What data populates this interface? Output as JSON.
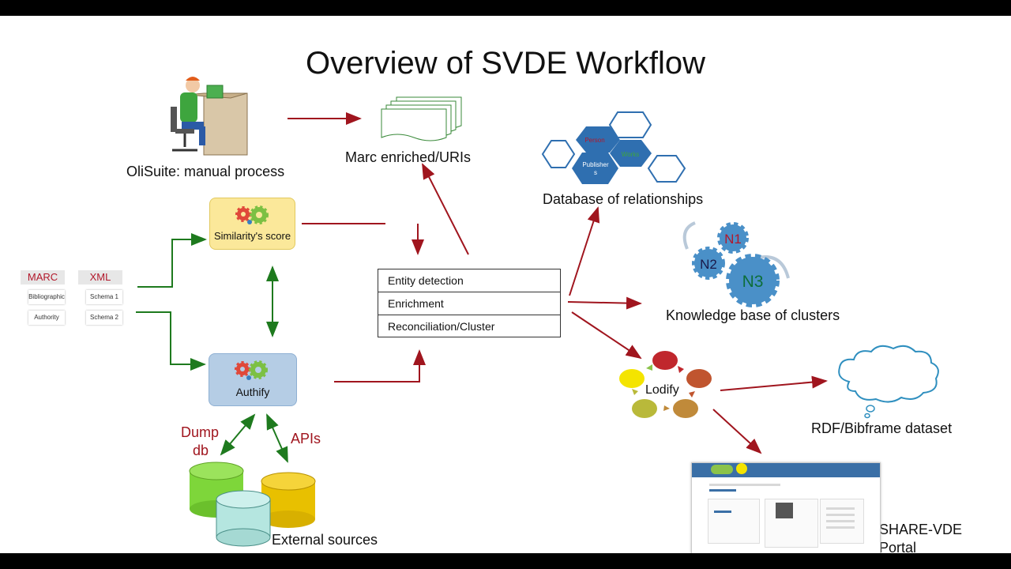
{
  "title": "Overview of SVDE Workflow",
  "labels": {
    "olisuite": "OliSuite: manual process",
    "marc_enriched": "Marc enriched/URIs",
    "db_relationships": "Database of relationships",
    "knowledge_base": "Knowledge base of clusters",
    "rdf_dataset": "RDF/Bibframe dataset",
    "external_sources": "External sources",
    "share_vde_line1": "SHARE-VDE",
    "share_vde_line2": "Portal",
    "dump_line1": "Dump",
    "dump_line2": "db",
    "apis": "APIs"
  },
  "nodes": {
    "similarity": "Similarity's score",
    "authify": "Authify",
    "lodify": "Lodify"
  },
  "entities": [
    "Entity detection",
    "Enrichment",
    "Reconciliation/Cluster"
  ],
  "formats": {
    "marc": {
      "title": "MARC",
      "items": [
        "Bibliographic",
        "Authority"
      ]
    },
    "xml": {
      "title": "XML",
      "items": [
        "Schema 1",
        "Schema 2"
      ]
    }
  },
  "hexagons": {
    "person": "Person",
    "works": "Works",
    "publisher_line1": "Publisher",
    "publisher_line2": "s"
  },
  "clusters": [
    "N1",
    "N2",
    "N3"
  ],
  "colors": {
    "dark_red": "#a0151e",
    "green": "#1e7a1e",
    "hex_blue": "#2f6fb0",
    "gear_blue": "#4a90c8"
  }
}
